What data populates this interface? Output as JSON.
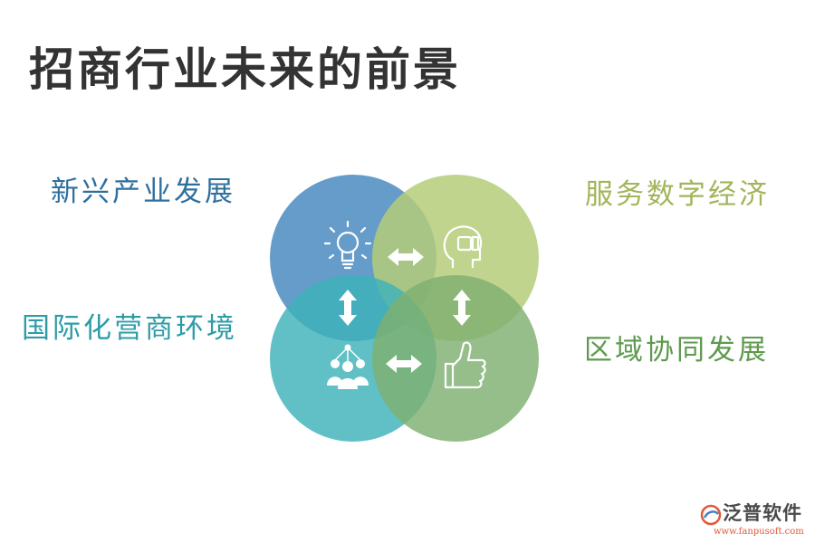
{
  "title": "招商行业未来的前景",
  "quadrants": {
    "top_left": {
      "label": "新兴产业发展",
      "color": "#2e6f9e",
      "fill": "#4a8bbf",
      "icon": "lightbulb-icon"
    },
    "top_right": {
      "label": "服务数字经济",
      "color": "#a2b55a",
      "fill": "#b5cc7a",
      "icon": "head-thumbs-icon"
    },
    "bottom_left": {
      "label": "国际化营商环境",
      "color": "#2d9ca7",
      "fill": "#3db2b9",
      "icon": "team-network-icon"
    },
    "bottom_right": {
      "label": "区域协同发展",
      "color": "#5e9a4e",
      "fill": "#7fb070",
      "icon": "thumbs-up-icon"
    }
  },
  "arrows": [
    "double-arrow-horizontal-icon",
    "double-arrow-horizontal-icon",
    "double-arrow-vertical-icon",
    "double-arrow-vertical-icon"
  ],
  "logo": {
    "name": "泛普软件",
    "url": "www.fanpusoft.com",
    "accent": "#e05a3a"
  }
}
